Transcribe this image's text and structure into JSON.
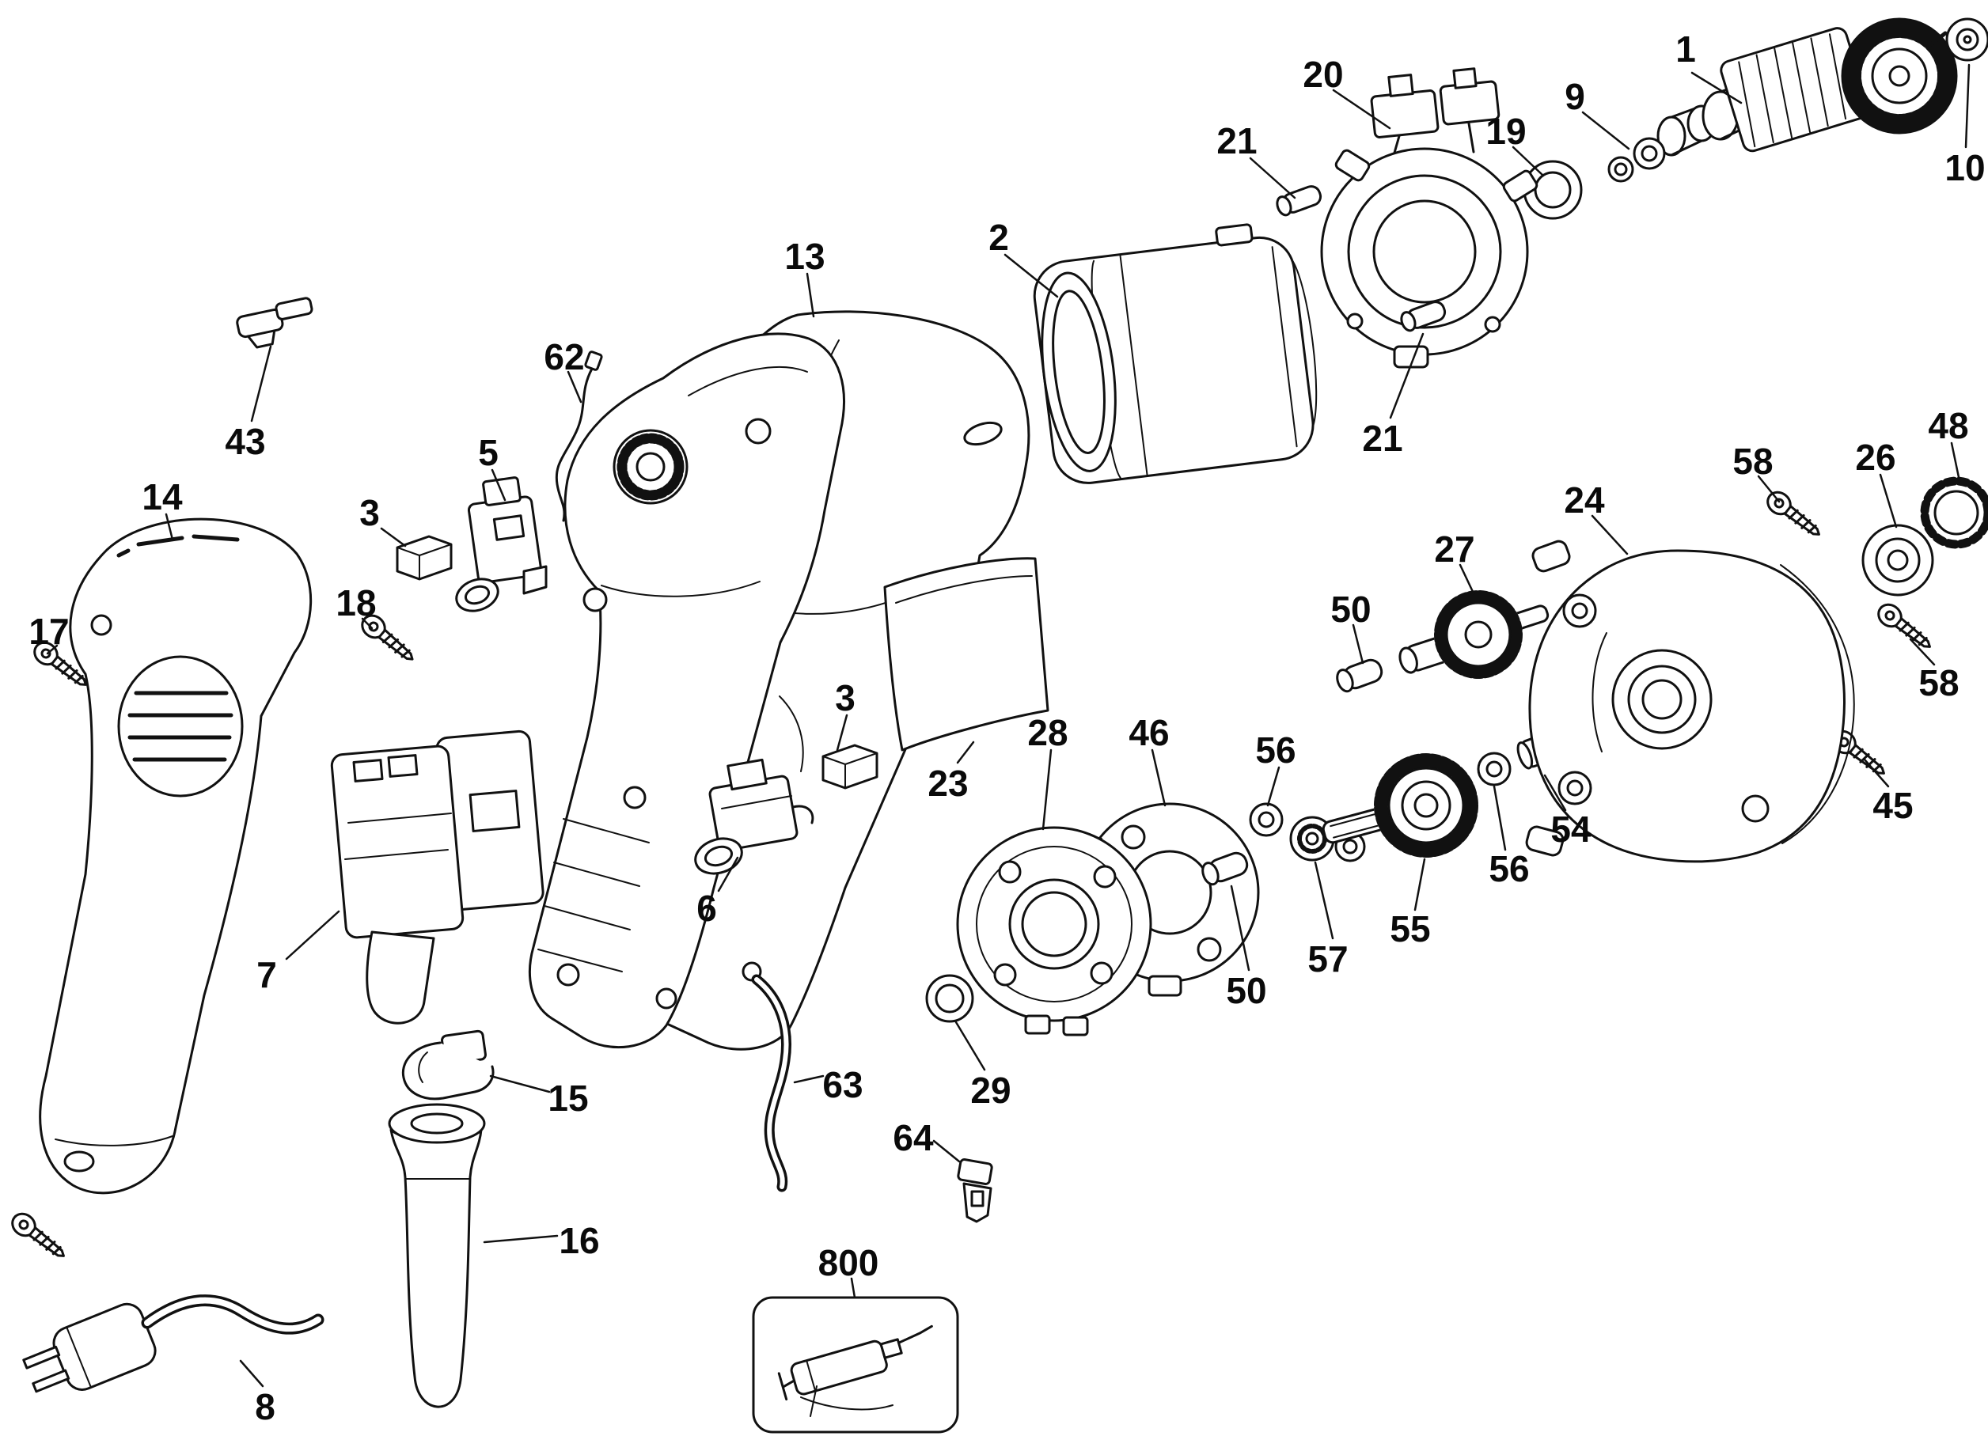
{
  "diagram": {
    "type": "exploded-parts-diagram",
    "subject": "Electric drill / screwdriver parts schematic",
    "background_color": "#ffffff",
    "line_color": "#111111",
    "inset_box_label": "800"
  },
  "callouts": {
    "c1": "1",
    "c2": "2",
    "c3a": "3",
    "c3b": "3",
    "c5": "5",
    "c6": "6",
    "c7": "7",
    "c8": "8",
    "c9": "9",
    "c10": "10",
    "c13": "13",
    "c14": "14",
    "c15": "15",
    "c16": "16",
    "c17": "17",
    "c18": "18",
    "c19": "19",
    "c20": "20",
    "c21a": "21",
    "c21b": "21",
    "c23": "23",
    "c24": "24",
    "c26": "26",
    "c27": "27",
    "c28": "28",
    "c29": "29",
    "c43": "43",
    "c45": "45",
    "c46": "46",
    "c48": "48",
    "c50a": "50",
    "c50b": "50",
    "c54": "54",
    "c55": "55",
    "c56a": "56",
    "c56b": "56",
    "c57": "57",
    "c58a": "58",
    "c58b": "58",
    "c62": "62",
    "c63": "63",
    "c64": "64",
    "c800": "800"
  }
}
